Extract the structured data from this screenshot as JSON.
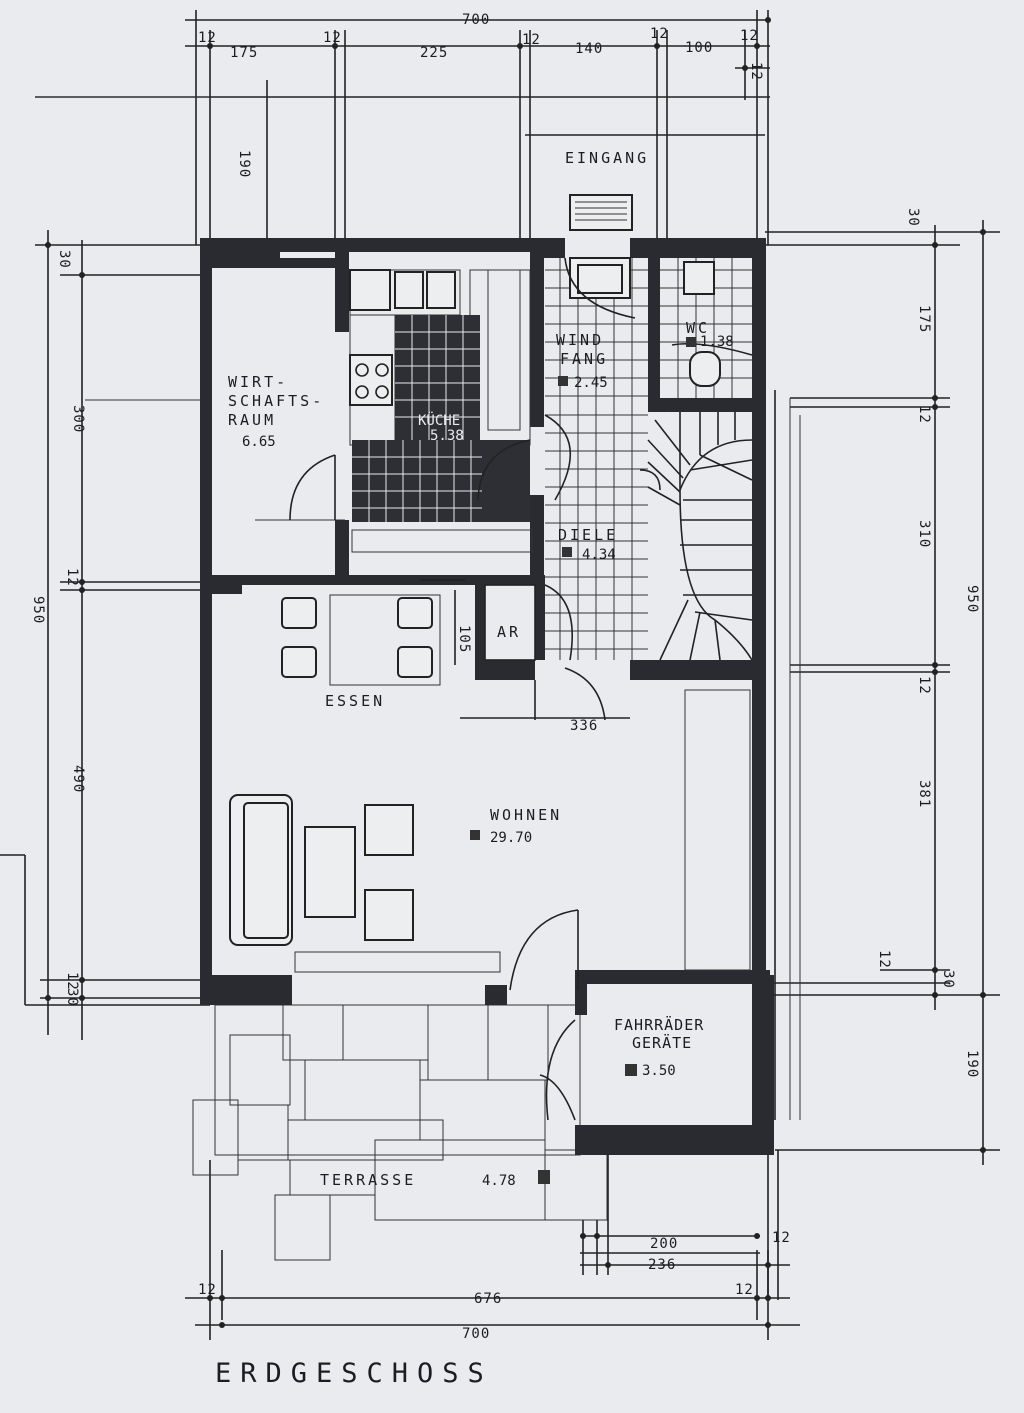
{
  "title": "ERDGESCHOSS",
  "rooms": {
    "eingang": {
      "name": "EINGANG"
    },
    "wirtschaftsraum": {
      "line1": "WIRT-",
      "line2": "SCHAFTS-",
      "line3": "RAUM",
      "area": "6.65"
    },
    "kueche": {
      "name": "KÜCHE",
      "area": "5.38"
    },
    "windfang": {
      "line1": "WIND",
      "line2": "FANG",
      "area": "2.45"
    },
    "wc": {
      "name": "WC",
      "area": "1.38"
    },
    "diele": {
      "name": "DIELE",
      "area": "4.34"
    },
    "ar": {
      "name": "AR"
    },
    "essen": {
      "name": "ESSEN"
    },
    "wohnen": {
      "name": "WOHNEN",
      "area": "29.70"
    },
    "fahrraeder": {
      "line1": "FAHRRÄDER",
      "line2": "GERÄTE",
      "area": "3.50"
    },
    "terrasse": {
      "name": "TERRASSE",
      "area": "4.78"
    }
  },
  "dimensions": {
    "top_total": "700",
    "top_12a": "12",
    "top_175": "175",
    "top_12b": "12",
    "top_225": "225",
    "top_12c": "12",
    "top_140": "140",
    "top_12d": "12",
    "top_100": "100",
    "top_12e": "12",
    "top_12f": "12",
    "entry_190": "190",
    "left_30": "30",
    "left_300": "300",
    "left_12": "12",
    "left_950": "950",
    "left_490": "490",
    "left_12b": "12",
    "left_30b": "30",
    "right_30": "30",
    "right_175": "175",
    "right_12": "12",
    "right_310": "310",
    "right_950": "950",
    "right_12b": "12",
    "right_381": "381",
    "right_12c": "12",
    "right_30b": "30",
    "right_190": "190",
    "essen_105": "105",
    "dim_336": "336",
    "bottom_200": "200",
    "bottom_12": "12",
    "bottom_236": "236",
    "bottom_12a": "12",
    "bottom_676": "676",
    "bottom_12b": "12",
    "bottom_total": "700"
  }
}
